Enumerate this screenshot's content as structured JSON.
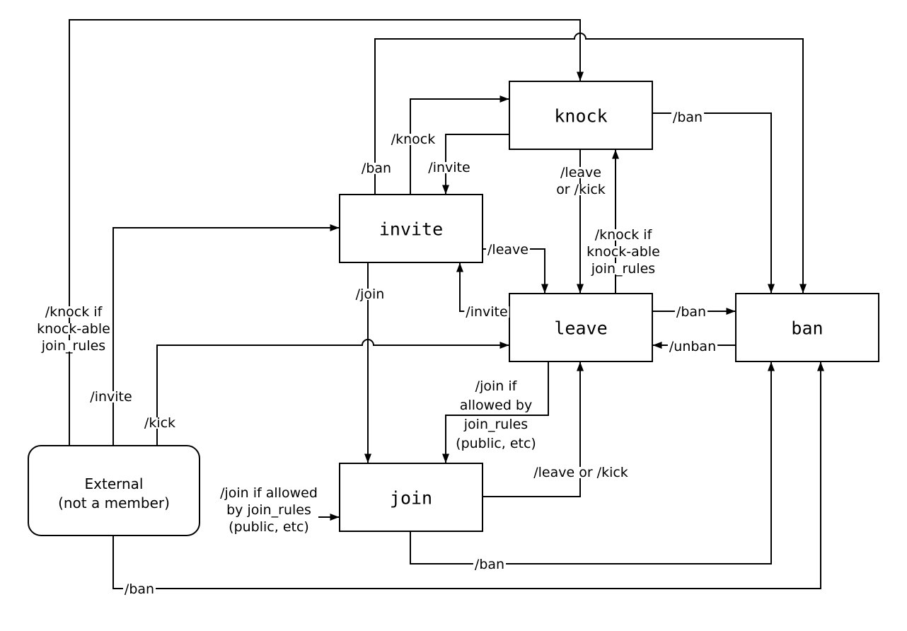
{
  "diagram": {
    "type": "state-diagram",
    "background_color": "#ffffff",
    "line_color": "#000000",
    "node_fill_color": "#ffffff",
    "node_stroke_color": "#000000",
    "text_color": "#000000",
    "nodes": {
      "knock": {
        "label": "knock",
        "shape": "rectangle"
      },
      "invite": {
        "label": "invite",
        "shape": "rectangle"
      },
      "leave": {
        "label": "leave",
        "shape": "rectangle"
      },
      "ban": {
        "label": "ban",
        "shape": "rectangle"
      },
      "join": {
        "label": "join",
        "shape": "rectangle"
      },
      "external": {
        "label": [
          "External",
          "(not a member)"
        ],
        "shape": "rounded-rectangle"
      }
    },
    "edges": {
      "external_knock": {
        "from": "external",
        "to": "knock",
        "label": [
          "/knock if",
          "knock-able",
          "join_rules"
        ]
      },
      "external_invite": {
        "from": "external",
        "to": "invite",
        "label": [
          "/invite"
        ]
      },
      "external_leave": {
        "from": "external",
        "to": "leave",
        "label": [
          "/kick"
        ]
      },
      "external_join": {
        "from": "external",
        "to": "join",
        "label": [
          "/join if allowed",
          "by join_rules",
          "(public, etc)"
        ]
      },
      "external_ban": {
        "from": "external",
        "to": "ban",
        "label": [
          "/ban"
        ]
      },
      "invite_knock": {
        "from": "invite",
        "to": "knock",
        "label": [
          "/knock"
        ]
      },
      "invite_ban": {
        "from": "invite",
        "to": "ban",
        "label": [
          "/ban"
        ]
      },
      "invite_leave": {
        "from": "invite",
        "to": "leave",
        "label": [
          "/leave"
        ]
      },
      "invite_join": {
        "from": "invite",
        "to": "join",
        "label": [
          "/join"
        ]
      },
      "knock_invite": {
        "from": "knock",
        "to": "invite",
        "label": [
          "/invite"
        ]
      },
      "knock_leave": {
        "from": "knock",
        "to": "leave",
        "label": [
          "/leave",
          "or /kick"
        ]
      },
      "knock_ban": {
        "from": "knock",
        "to": "ban",
        "label": [
          "/ban"
        ]
      },
      "leave_knock": {
        "from": "leave",
        "to": "knock",
        "label": [
          "/knock if",
          "knock-able",
          "join_rules"
        ]
      },
      "leave_invite": {
        "from": "leave",
        "to": "invite",
        "label": [
          "/invite"
        ]
      },
      "leave_ban": {
        "from": "leave",
        "to": "ban",
        "label": [
          "/ban"
        ]
      },
      "leave_join": {
        "from": "leave",
        "to": "join",
        "label": [
          "/join if",
          "allowed by",
          "join_rules",
          "(public, etc)"
        ]
      },
      "ban_leave": {
        "from": "ban",
        "to": "leave",
        "label": [
          "/unban"
        ]
      },
      "join_leave": {
        "from": "join",
        "to": "leave",
        "label": [
          "/leave or /kick"
        ]
      },
      "join_ban": {
        "from": "join",
        "to": "ban",
        "label": [
          "/ban"
        ]
      }
    }
  }
}
